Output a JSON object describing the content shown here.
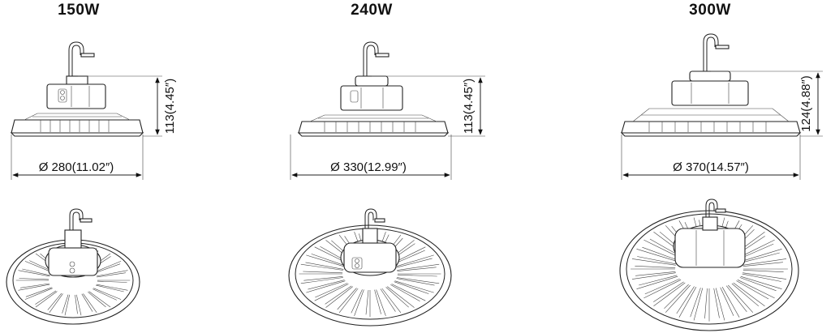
{
  "models": [
    {
      "title": "150W",
      "diameter_label": "Ø 280(11.02″)",
      "height_label": "113(4.45″)"
    },
    {
      "title": "240W",
      "diameter_label": "Ø 330(12.99″)",
      "height_label": "113(4.45″)"
    },
    {
      "title": "300W",
      "diameter_label": "Ø 370(14.57″)",
      "height_label": "124(4.88″)"
    }
  ]
}
